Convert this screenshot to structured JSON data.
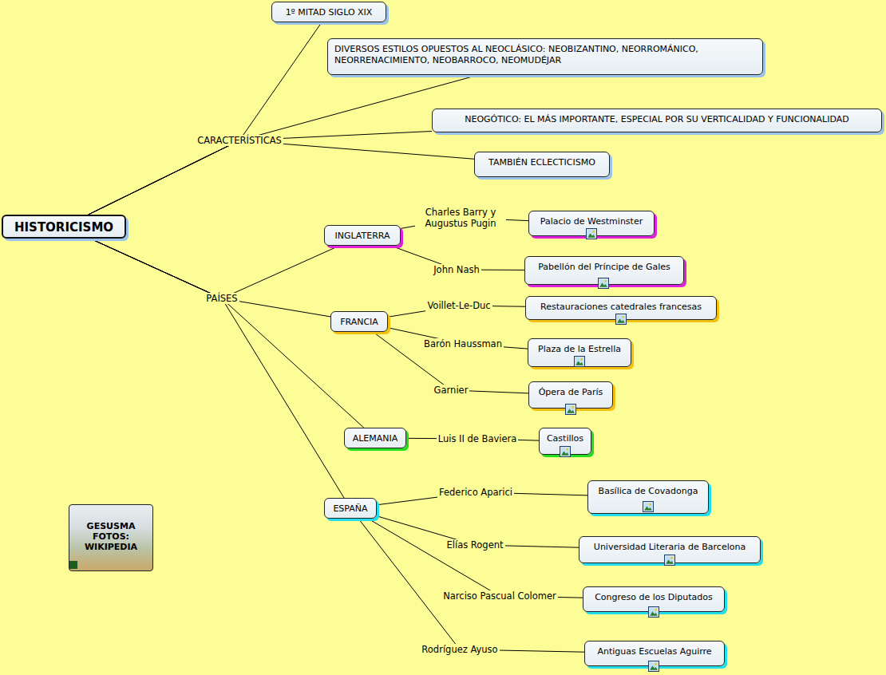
{
  "diagram": {
    "nodes": [
      {
        "text": [
          "HISTORICISMO"
        ]
      },
      {
        "text": [
          "1º MITAD SIGLO XIX"
        ]
      },
      {
        "text": [
          "DIVERSOS ESTILOS OPUESTOS AL NEOCLÁSICO: NEOBIZANTINO, NEORROMÁNICO, NEORRENACIMIENTO, NEOBARROCO, NEOMUDÉJAR"
        ]
      },
      {
        "text": [
          "NEOGÓTICO: EL MÁS IMPORTANTE, ESPECIAL POR SU VERTICALIDAD Y FUNCIONALIDAD"
        ]
      },
      {
        "text": [
          "TAMBIÉN ECLECTICISMO"
        ]
      },
      {
        "text": [
          "INGLATERRA"
        ]
      },
      {
        "text": [
          "Palacio de Westminster"
        ]
      },
      {
        "text": [
          "Pabellón del Príncipe de Gales"
        ]
      },
      {
        "text": [
          "FRANCIA"
        ]
      },
      {
        "text": [
          "Restauraciones catedrales francesas"
        ]
      },
      {
        "text": [
          "Plaza de la Estrella"
        ]
      },
      {
        "text": [
          "Ópera de París"
        ]
      },
      {
        "text": [
          "ALEMANIA"
        ]
      },
      {
        "text": [
          "Castillos"
        ]
      },
      {
        "text": [
          "ESPAÑA"
        ]
      },
      {
        "text": [
          "Basílica de Covadonga"
        ]
      },
      {
        "text": [
          "Universidad Literaria de Barcelona"
        ]
      },
      {
        "text": [
          "Congreso de los Diputados"
        ]
      },
      {
        "text": [
          "Antiguas Escuelas Aguirre"
        ]
      },
      {
        "text": [
          "GESUSMA FOTOS: WIKIPEDIA"
        ]
      }
    ],
    "edges": [
      {
        "from": 0,
        "to": 1,
        "label": "CARACTERÍSTICAS",
        "arrow": "none"
      },
      {
        "from": 0,
        "to": 2,
        "arrow": "none"
      },
      {
        "from": 0,
        "to": 3,
        "arrow": "none"
      },
      {
        "from": 0,
        "to": 4,
        "arrow": "none"
      },
      {
        "from": 0,
        "to": 5,
        "label": "PAÍSES",
        "arrow": "none"
      },
      {
        "from": 0,
        "to": 8,
        "arrow": "none"
      },
      {
        "from": 0,
        "to": 12,
        "arrow": "none"
      },
      {
        "from": 0,
        "to": 14,
        "arrow": "none"
      },
      {
        "from": 5,
        "to": 6,
        "label": "Charles Barry y Augustus Pugin",
        "arrow": "none"
      },
      {
        "from": 5,
        "to": 7,
        "label": "John Nash",
        "arrow": "none"
      },
      {
        "from": 8,
        "to": 9,
        "label": "Voillet-Le-Duc",
        "arrow": "none"
      },
      {
        "from": 8,
        "to": 10,
        "label": "Barón Haussman",
        "arrow": "none"
      },
      {
        "from": 8,
        "to": 11,
        "label": "Garnier",
        "arrow": "none"
      },
      {
        "from": 12,
        "to": 13,
        "label": "Luis II de Baviera",
        "arrow": "none"
      },
      {
        "from": 14,
        "to": 15,
        "label": "Federico Aparici",
        "arrow": "none"
      },
      {
        "from": 14,
        "to": 16,
        "label": "Elías Rogent",
        "arrow": "none"
      },
      {
        "from": 14,
        "to": 17,
        "label": "Narciso Pascual Colomer",
        "arrow": "none"
      },
      {
        "from": 14,
        "to": 18,
        "label": "Rodríguez Ayuso",
        "arrow": "none"
      }
    ]
  }
}
